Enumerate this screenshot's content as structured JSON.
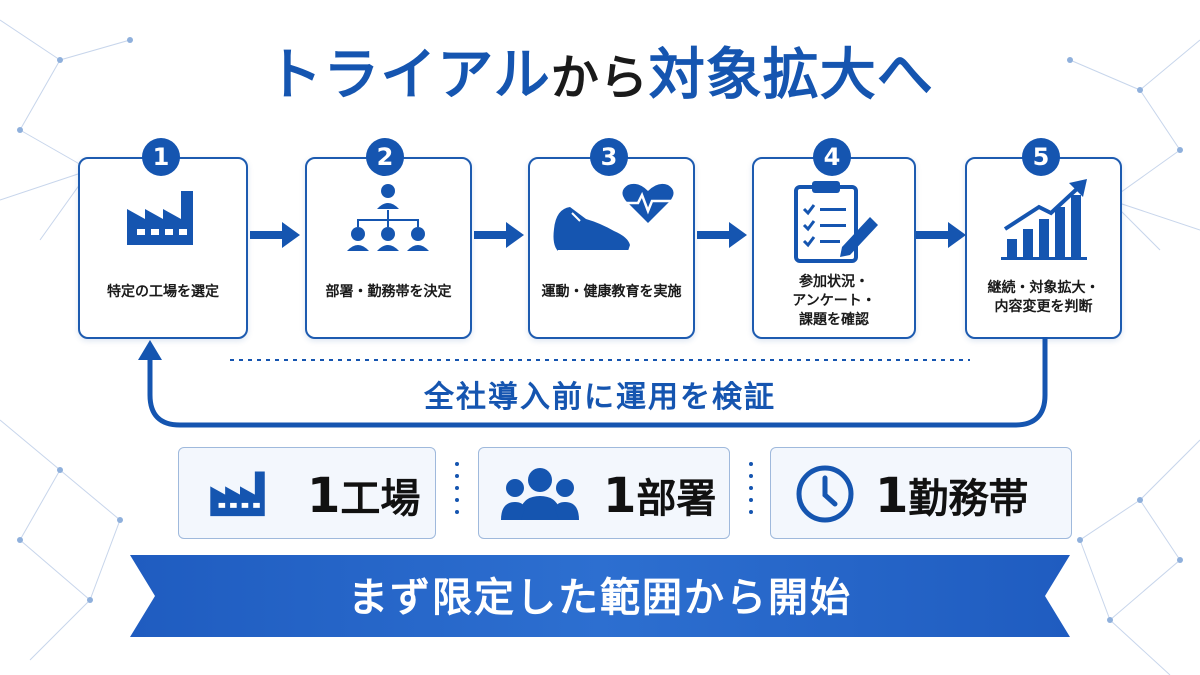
{
  "title": {
    "part1": "トライアル",
    "part2": "から",
    "part3": "対象拡大へ"
  },
  "steps": [
    {
      "number": "1",
      "label": "特定の工場を選定",
      "icon": "factory-icon"
    },
    {
      "number": "2",
      "label": "部署・勤務帯を決定",
      "icon": "org-chart-icon"
    },
    {
      "number": "3",
      "label": "運動・健康教育を実施",
      "icon": "sneaker-heart-icon"
    },
    {
      "number": "4",
      "lines": [
        "参加状況・",
        "アンケート・",
        "課題を確認"
      ],
      "icon": "clipboard-checklist-icon"
    },
    {
      "number": "5",
      "lines": [
        "継続・対象拡大・",
        "内容変更を判断"
      ],
      "icon": "growth-chart-icon"
    }
  ],
  "loop_label": "全社導入前に運用を検証",
  "scope": [
    {
      "num": "1",
      "unit": "工場",
      "icon": "factory-icon"
    },
    {
      "num": "1",
      "unit": "部署",
      "icon": "people-group-icon"
    },
    {
      "num": "1",
      "unit": "勤務帯",
      "icon": "clock-icon"
    }
  ],
  "banner_text": "まず限定した範囲から開始",
  "colors": {
    "primary": "#1555b0",
    "text": "#1a1a1a",
    "banner": "#2d6fd0"
  }
}
